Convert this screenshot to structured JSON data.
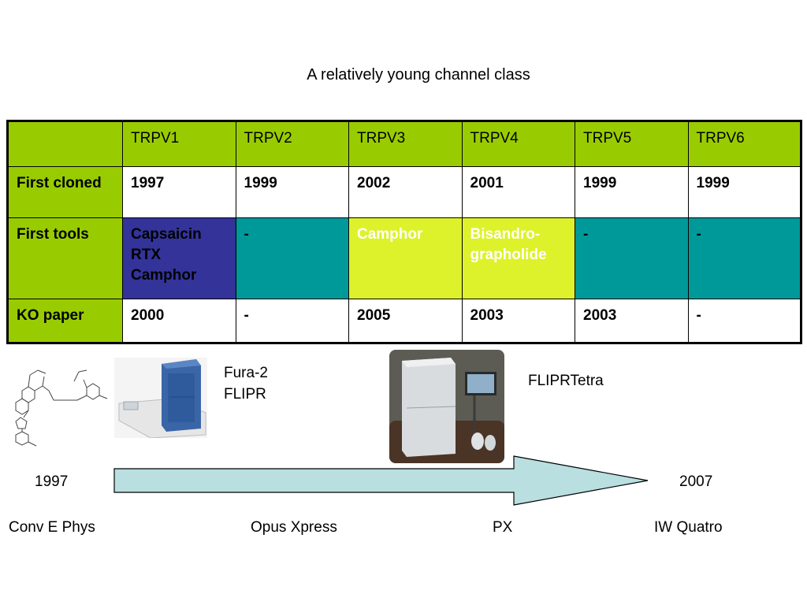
{
  "slide": {
    "title": "A relatively young channel class"
  },
  "table": {
    "headers": [
      "",
      "TRPV1",
      "TRPV2",
      "TRPV3",
      "TRPV4",
      "TRPV5",
      "TRPV6"
    ],
    "rows": [
      {
        "label": "First cloned",
        "cells": [
          "1997",
          "1999",
          "2002",
          "2001",
          "1999",
          "1999"
        ]
      },
      {
        "label": "First tools",
        "cells": [
          [
            "Capsaicin",
            "RTX",
            "Camphor"
          ],
          [
            "-"
          ],
          [
            "Camphor"
          ],
          [
            "Bisandro-",
            "grapholide"
          ],
          [
            "-"
          ],
          [
            "-"
          ]
        ]
      },
      {
        "label": "KO paper",
        "cells": [
          "2000",
          "-",
          "2005",
          "2003",
          "2003",
          "-"
        ]
      }
    ],
    "colors": {
      "header": "#99cc00",
      "tools_trpv1": "#333399",
      "tools_teal": "#009999",
      "tools_lime": "#ddf22a"
    }
  },
  "annotations": {
    "fura_label": "Fura-2",
    "flipr_label": "FLIPR",
    "fliprtetra_label": "FLIPRTetra"
  },
  "timeline": {
    "start_year": "1997",
    "end_year": "2007",
    "arrow_color": "#b9dfe0",
    "labels": [
      "Conv E Phys",
      "Opus Xpress",
      "PX",
      "IW Quatro"
    ]
  }
}
